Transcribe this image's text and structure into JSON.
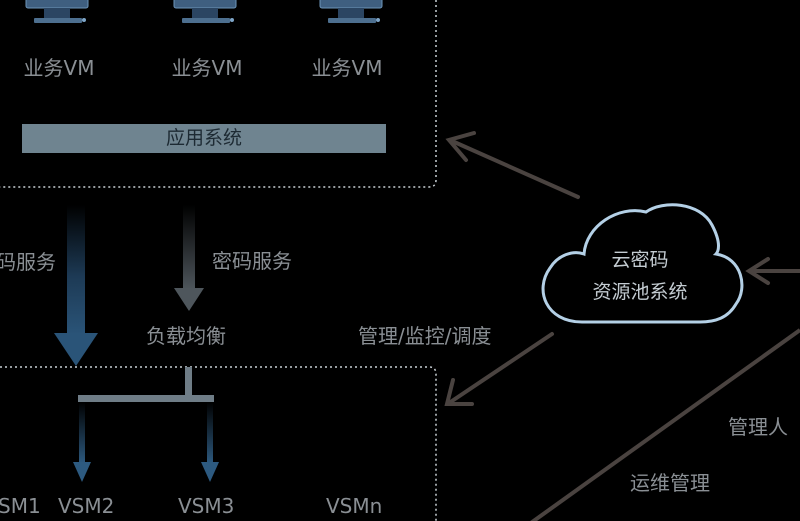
{
  "top_group": {
    "vms": [
      {
        "label": "业务VM"
      },
      {
        "label": "业务VM"
      },
      {
        "label": "业务VM"
      }
    ],
    "app_system": "应用系统"
  },
  "flows": {
    "crypto_service_left": "码服务",
    "crypto_service": "密码服务",
    "load_balance": "负载均衡",
    "manage_monitor": "管理/监控/调度",
    "admin": "管理人",
    "ops_manage": "运维管理"
  },
  "cloud": {
    "line1": "云密码",
    "line2": "资源池系统"
  },
  "bottom_group": {
    "vsms": [
      {
        "label": "SM1"
      },
      {
        "label": "VSM2"
      },
      {
        "label": "VSM3"
      },
      {
        "label": "VSMn"
      }
    ]
  },
  "colors": {
    "background": "#000000",
    "dotted_border": "#c8cfd4",
    "app_bar": "#6f8490",
    "arrow_blue": "#1f3f5c",
    "arrow_grey": "#4a4340",
    "cloud_stroke": "#b4d0e6",
    "label": "#8a8f94"
  }
}
